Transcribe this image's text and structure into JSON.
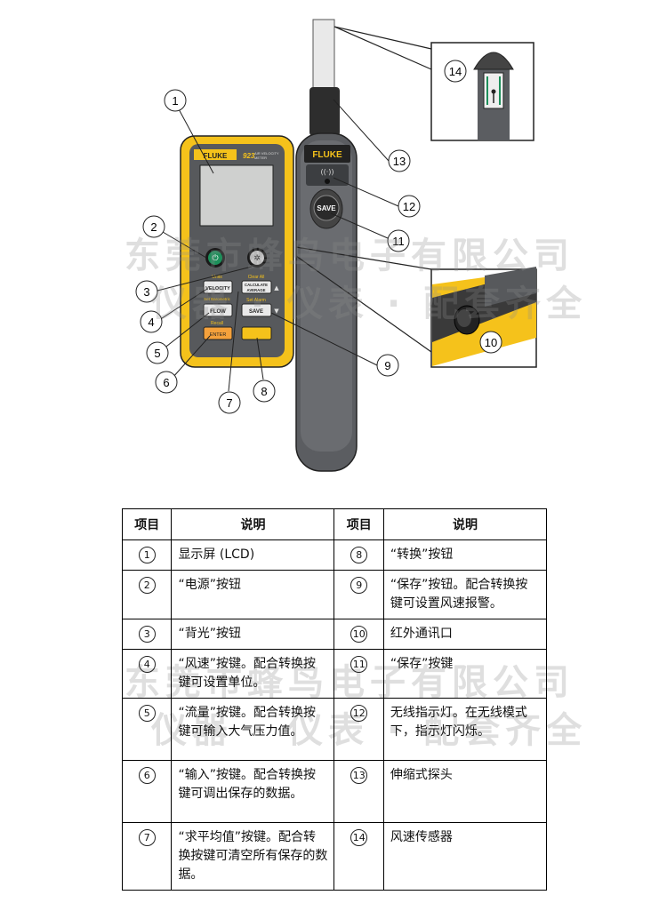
{
  "device": {
    "brand": "FLUKE",
    "model": "923",
    "model_subtitle_1": "AIR VELOCITY",
    "model_subtitle_2": "METER",
    "probe_brand": "FLUKE",
    "probe_save_label": "SAVE",
    "wireless_glyph": "((·))",
    "key_units_label": "Units",
    "key_velocity": "VELOCITY",
    "key_flow": "FLOW",
    "key_recall_label": "Recall",
    "key_enter": "ENTER",
    "key_clear_all_label": "Clear All",
    "key_calc_line1": "CALCULATE",
    "key_calc_line2": "AVERAGE",
    "key_set_alarm_label": "Set Alarm",
    "key_save": "SAVE",
    "key_set_baro_label": "Set Barometric"
  },
  "callouts": [
    "1",
    "2",
    "3",
    "4",
    "5",
    "6",
    "7",
    "8",
    "9",
    "10",
    "11",
    "12",
    "13",
    "14"
  ],
  "watermark": {
    "line1": "东莞市蜂鸟电子有限公司",
    "line2": "仪器 · 仪表 · 配套齐全"
  },
  "table": {
    "headers": [
      "项目",
      "说明",
      "项目",
      "说明"
    ],
    "rows": [
      {
        "n1": "1",
        "d1": "显示屏 (LCD)",
        "n2": "8",
        "d2": "“转换”按钮"
      },
      {
        "n1": "2",
        "d1": "“电源”按钮",
        "n2": "9",
        "d2": "“保存”按钮。配合转换按键可设置风速报警。"
      },
      {
        "n1": "3",
        "d1": "“背光”按钮",
        "n2": "10",
        "d2": "红外通讯口"
      },
      {
        "n1": "4",
        "d1": "“风速”按键。配合转换按键可设置单位。",
        "n2": "11",
        "d2": "“保存”按键"
      },
      {
        "n1": "5",
        "d1": "“流量”按键。配合转换按键可输入大气压力值。",
        "n2": "12",
        "d2": "无线指示灯。在无线模式下，指示灯闪烁。"
      },
      {
        "n1": "6",
        "d1": "“输入”按键。配合转换按键可调出保存的数据。",
        "n2": "13",
        "d2": "伸缩式探头"
      },
      {
        "n1": "7",
        "d1": "“求平均值”按键。配合转换按键可清空所有保存的数据。",
        "n2": "14",
        "d2": "风速传感器"
      }
    ]
  }
}
